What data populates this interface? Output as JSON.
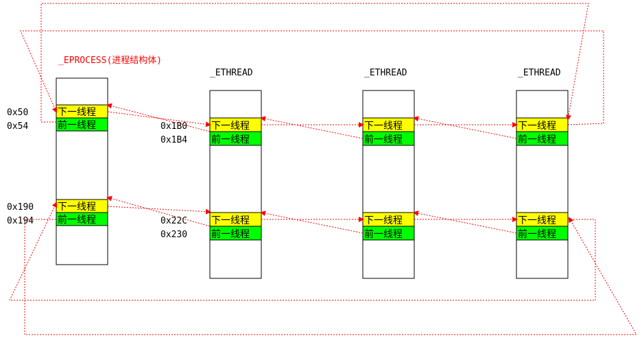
{
  "process": {
    "title": "_EPROCESS(进程结构体)",
    "list1": {
      "offset_next": "0x50",
      "offset_prev": "0x54"
    },
    "list2": {
      "offset_next": "0x190",
      "offset_prev": "0x194"
    }
  },
  "threads": [
    {
      "title": "_ETHREAD",
      "list1": {
        "offset_next": "0x1B0",
        "offset_prev": "0x1B4"
      },
      "list2": {
        "offset_next": "0x22C",
        "offset_prev": "0x230"
      }
    },
    {
      "title": "_ETHREAD"
    },
    {
      "title": "_ETHREAD"
    }
  ],
  "fields": {
    "next": "下一线程",
    "prev": "前一线程"
  },
  "colors": {
    "next_field": "#ffff00",
    "prev_field": "#00ff00",
    "link": "#ff0000",
    "box_border": "#000000",
    "background": "#ffffff"
  }
}
